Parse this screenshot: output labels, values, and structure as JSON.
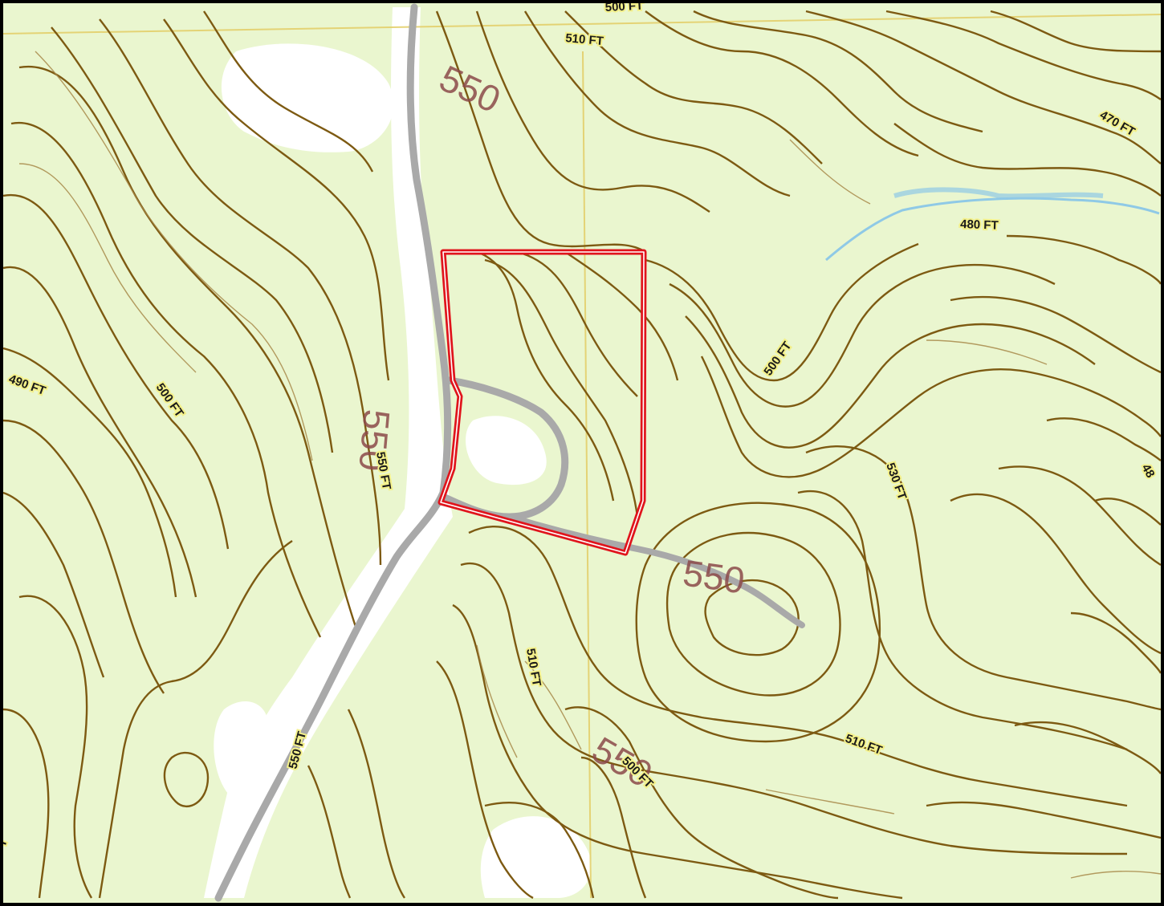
{
  "map": {
    "colors": {
      "land": "#eaf6cf",
      "clearing": "#ffffff",
      "contour": "#7d5a12",
      "contour_minor": "#a88a4a",
      "road": "#a9a9a9",
      "water": "#8fc9e6",
      "parcel": "#e0141c",
      "grid": "#e3cf6a",
      "label_bg": "#f3f08a",
      "elevation_text": "#8c4a4a"
    },
    "contour_labels": [
      "500 FT",
      "510 FT",
      "470 FT",
      "480 FT",
      "500 FT",
      "490 FT",
      "500 FT",
      "550 FT",
      "530 FT",
      "48",
      "510 FT",
      "550 FT",
      "500 FT",
      "510 FT",
      "T"
    ],
    "elevation_numbers": [
      "550",
      "550",
      "550",
      "550"
    ],
    "parcel_outline": "boundary"
  }
}
